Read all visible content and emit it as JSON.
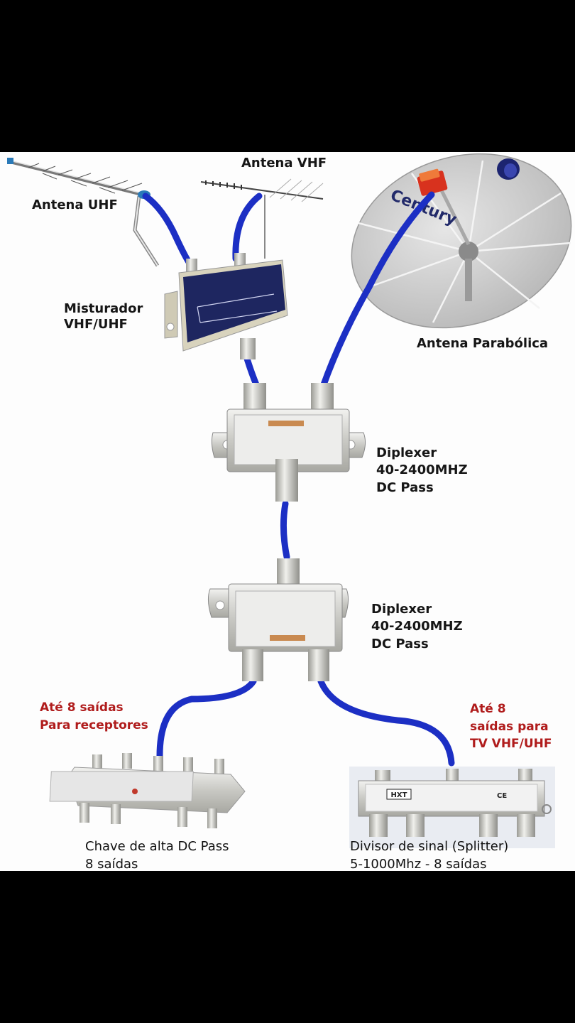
{
  "diagram": {
    "type": "antenna signal distribution diagram",
    "colors": {
      "cable": "#1c2fc4",
      "background": "#fdfdfd",
      "label_text": "#161616",
      "highlight_text": "#b01c1c",
      "mixer_panel": "#1e2660",
      "lnb": "#d8321e"
    },
    "labels": {
      "antenna_uhf": "Antena UHF",
      "antenna_vhf": "Antena VHF",
      "antenna_dish": "Antena Parabólica",
      "dish_brand": "Century",
      "mixer_line1": "Misturador",
      "mixer_line2": "VHF/UHF",
      "diplexer1_line1": "Diplexer",
      "diplexer1_line2": "40-2400MHZ",
      "diplexer1_line3": "DC Pass",
      "diplexer2_line1": "Diplexer",
      "diplexer2_line2": "40-2400MHZ",
      "diplexer2_line3": "DC Pass",
      "receivers_note_line1": "Até 8 saídas",
      "receivers_note_line2": "Para receptores",
      "tv_note_line1": "Até 8",
      "tv_note_line2": "saídas para",
      "tv_note_line3": "TV VHF/UHF",
      "switch_line1": "Chave de alta DC Pass",
      "switch_line2": "8 saídas",
      "splitter_line1": "Divisor de sinal (Splitter)",
      "splitter_line2": "5-1000Mhz - 8 saídas",
      "splitter_brand": "HXT",
      "splitter_mark": "CE"
    },
    "components": [
      {
        "id": "antenna-uhf",
        "name": "Antena UHF"
      },
      {
        "id": "antenna-vhf",
        "name": "Antena VHF"
      },
      {
        "id": "dish",
        "name": "Antena Parabólica"
      },
      {
        "id": "mixer",
        "name": "Misturador VHF/UHF"
      },
      {
        "id": "diplexer-1",
        "name": "Diplexer 40-2400MHZ DC Pass"
      },
      {
        "id": "diplexer-2",
        "name": "Diplexer 40-2400MHZ DC Pass"
      },
      {
        "id": "switch",
        "name": "Chave de alta DC Pass 8 saídas"
      },
      {
        "id": "splitter",
        "name": "Divisor de sinal (Splitter) 5-1000Mhz - 8 saídas"
      }
    ],
    "connections": [
      {
        "from": "antenna-uhf",
        "to": "mixer"
      },
      {
        "from": "antenna-vhf",
        "to": "mixer"
      },
      {
        "from": "mixer",
        "to": "diplexer-1"
      },
      {
        "from": "dish",
        "to": "diplexer-1"
      },
      {
        "from": "diplexer-1",
        "to": "diplexer-2"
      },
      {
        "from": "diplexer-2",
        "to": "switch"
      },
      {
        "from": "diplexer-2",
        "to": "splitter"
      }
    ]
  }
}
